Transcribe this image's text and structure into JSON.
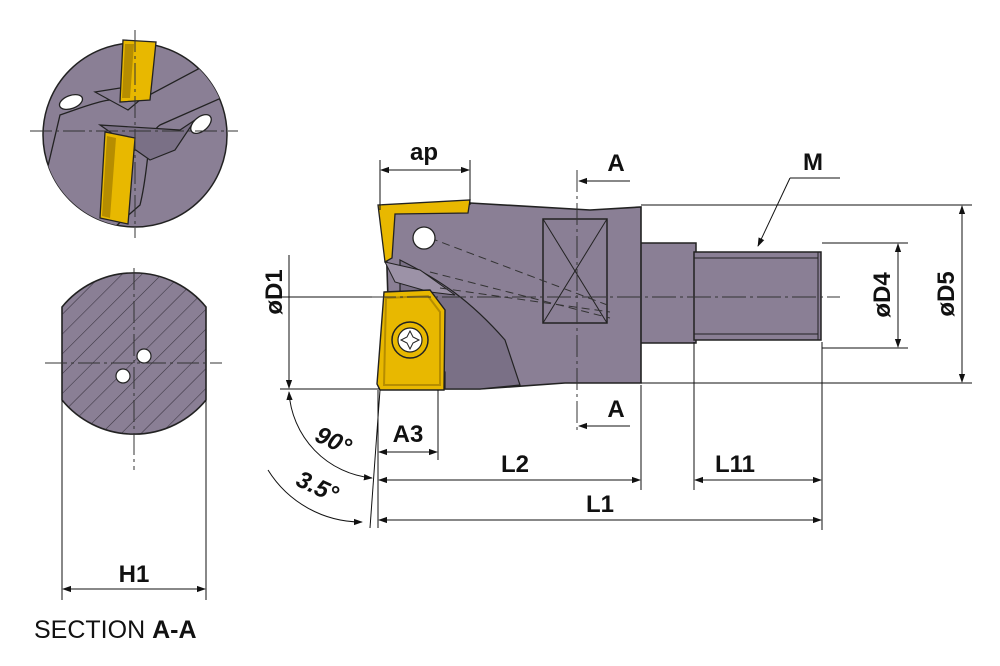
{
  "labels": {
    "ap": "ap",
    "a_top": "A",
    "a_bottom": "A",
    "m": "M",
    "d1": "øD1",
    "d4": "øD4",
    "d5": "øD5",
    "angle_90": "90°",
    "angle_35": "3.5°",
    "a3": "A3",
    "l2": "L2",
    "l11": "L11",
    "l1": "L1",
    "h1": "H1"
  },
  "caption": {
    "prefix": "SECTION ",
    "section_id": "A-A"
  },
  "colors": {
    "body": "#8a7f95",
    "insert": "#e8b800",
    "insert_dark": "#b68d00",
    "line": "#111111",
    "center_line": "#333333"
  }
}
